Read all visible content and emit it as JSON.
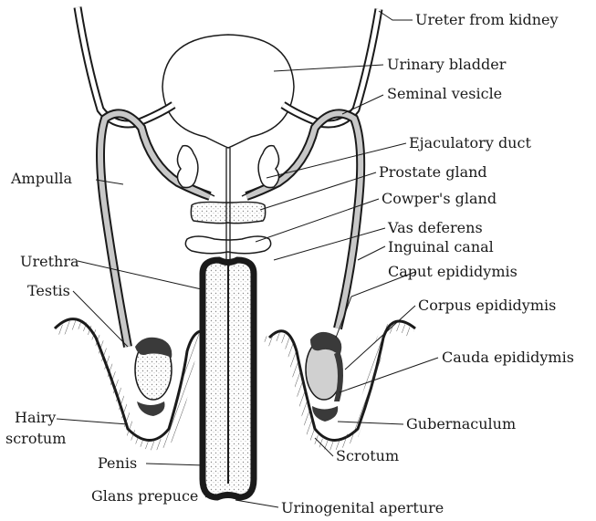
{
  "labels": {
    "ureter": "Ureter from kidney",
    "bladder": "Urinary bladder",
    "seminal_vesicle": "Seminal vesicle",
    "ejaculatory_duct": "Ejaculatory duct",
    "prostate": "Prostate gland",
    "cowpers": "Cowper's gland",
    "vas_deferens": "Vas deferens",
    "inguinal_canal": "Inguinal canal",
    "caput": "Caput epididymis",
    "corpus": "Corpus epididymis",
    "cauda": "Cauda epididymis",
    "gubernaculum": "Gubernaculum",
    "scrotum": "Scrotum",
    "urinogenital_aperture": "Urinogenital aperture",
    "glans_prepuce": "Glans prepuce",
    "penis": "Penis",
    "hairy": "Hairy",
    "scrotum_left": "scrotum",
    "testis": "Testis",
    "urethra": "Urethra",
    "ampulla": "Ampulla"
  },
  "colors": {
    "ink": "#1a1a1a",
    "tube_fill": "#c8c8c8",
    "dark_tissue": "#3a3a3a",
    "stipple": "#e6e6e6"
  }
}
